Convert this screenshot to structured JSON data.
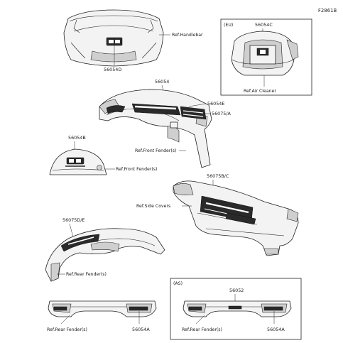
{
  "figure_id": "F2861B",
  "labels": {
    "handlebar_ref": "Ref.Handlebar",
    "handlebar_part": "56054D",
    "eu_tag": "(EU)",
    "eu_part": "56054C",
    "air_cleaner_ref": "Ref.Air Cleaner",
    "fender_front_part_a": "56054",
    "fender_front_part_e": "56054E",
    "fender_front_part_ax": "56075/A",
    "front_fender_ref_1": "Ref.Front Fender(s)",
    "cover_part": "56054B",
    "front_fender_ref_2": "Ref.Front Fender(s)",
    "side_part": "56075B/C",
    "side_covers_ref": "Ref.Side Covers",
    "rear_part": "56075D/E",
    "rear_fender_ref_1": "Ref.Rear Fender(s)",
    "rear_fender_ref_2": "Ref.Rear Fender(s)",
    "rear_bottom_part_left": "56054A",
    "as_tag": "(AS)",
    "as_part": "56052",
    "rear_fender_ref_3": "Ref.Rear Fender(s)",
    "rear_bottom_part_right": "56054A"
  }
}
